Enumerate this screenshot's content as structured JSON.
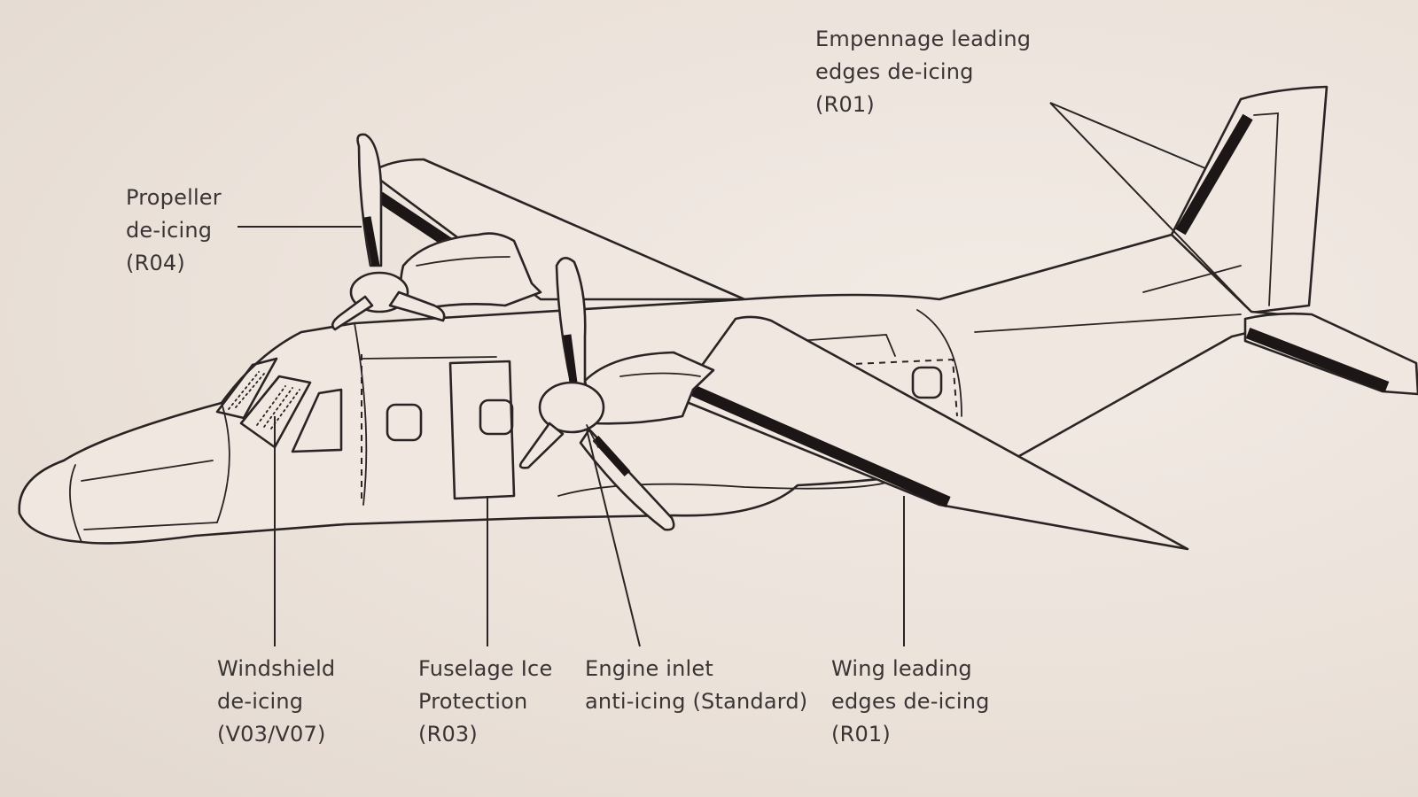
{
  "labels": {
    "empennage": {
      "line1": "Empennage leading",
      "line2": "edges de-icing",
      "line3": "(R01)"
    },
    "propeller": {
      "line1": "Propeller",
      "line2": "de-icing",
      "line3": "(R04)"
    },
    "windshield": {
      "line1": "Windshield",
      "line2": "de-icing",
      "line3": "(V03/V07)"
    },
    "fuselage": {
      "line1": "Fuselage Ice",
      "line2": "Protection",
      "line3": "(R03)"
    },
    "engine": {
      "line1": "Engine inlet",
      "line2": "anti-icing (Standard)"
    },
    "wing": {
      "line1": "Wing leading",
      "line2": "edges de-icing",
      "line3": "(R01)"
    }
  },
  "colors": {
    "paper": "#ece3dc",
    "ink": "#2a2424",
    "text": "#3a3434"
  }
}
